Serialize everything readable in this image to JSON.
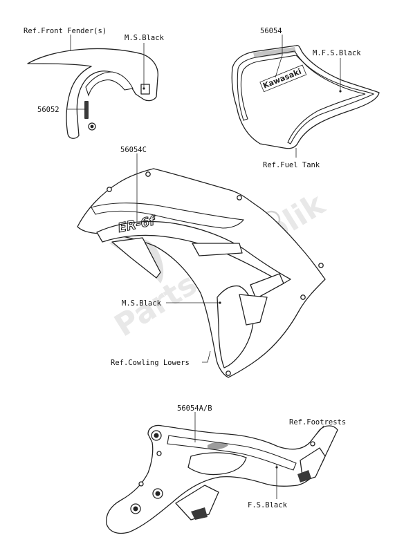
{
  "labels": {
    "front_fender_ref": "Ref.Front Fender(s)",
    "front_fender_color": "M.S.Black",
    "front_fender_part": "56052",
    "tank_part": "56054",
    "tank_color": "M.F.S.Black",
    "tank_ref": "Ref.Fuel Tank",
    "cowling_part": "56054C",
    "cowling_color": "M.S.Black",
    "cowling_ref": "Ref.Cowling Lowers",
    "footrest_part": "56054A/B",
    "footrest_ref": "Ref.Footrests",
    "footrest_color": "F.S.Black"
  },
  "decal_text": {
    "tank_brand": "Kawasaki",
    "cowling_model": "ER-6f"
  },
  "watermark": "PartsRepublik"
}
